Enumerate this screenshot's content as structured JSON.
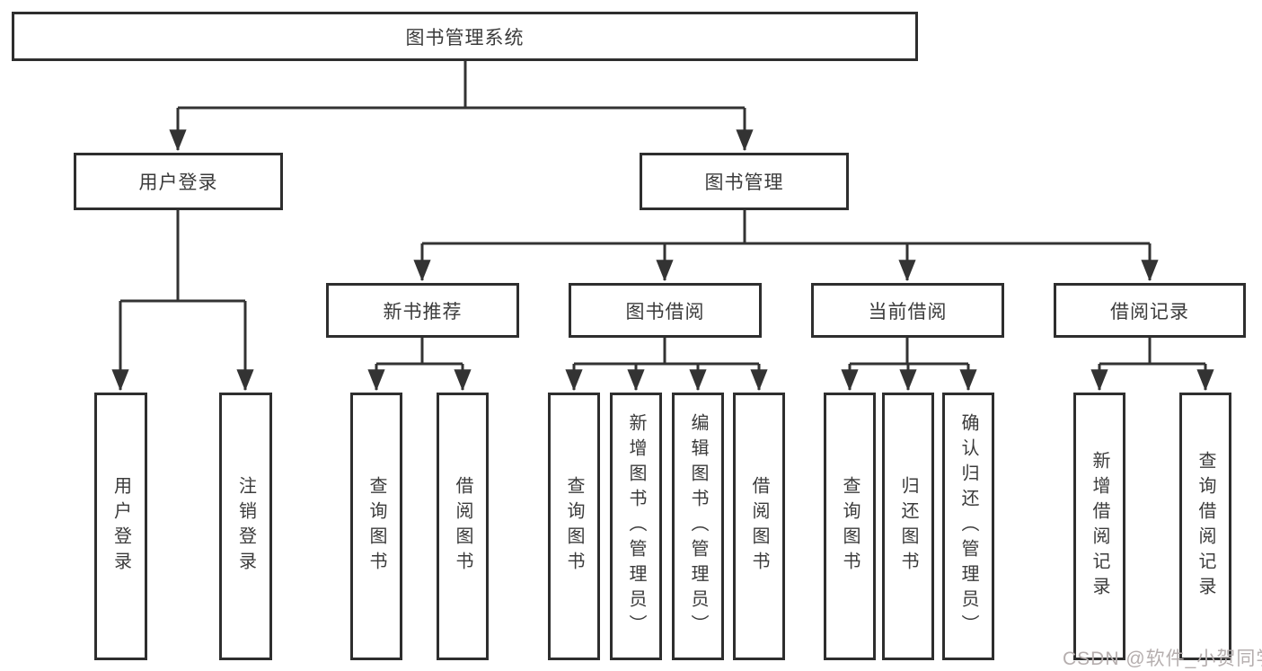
{
  "diagram": {
    "type": "tree",
    "root": {
      "label": "图书管理系统",
      "children": [
        {
          "label": "用户登录",
          "children": [
            {
              "label": "用户登录"
            },
            {
              "label": "注销登录"
            }
          ]
        },
        {
          "label": "图书管理",
          "children": [
            {
              "label": "新书推荐",
              "children": [
                {
                  "label": "查询图书"
                },
                {
                  "label": "借阅图书"
                }
              ]
            },
            {
              "label": "图书借阅",
              "children": [
                {
                  "label": "查询图书"
                },
                {
                  "label": "新增图书（管理员）"
                },
                {
                  "label": "编辑图书（管理员）"
                },
                {
                  "label": "借阅图书"
                }
              ]
            },
            {
              "label": "当前借阅",
              "children": [
                {
                  "label": "查询图书"
                },
                {
                  "label": "归还图书"
                },
                {
                  "label": "确认归还（管理员）"
                }
              ]
            },
            {
              "label": "借阅记录",
              "children": [
                {
                  "label": "新增借阅记录"
                },
                {
                  "label": "查询借阅记录"
                }
              ]
            }
          ]
        }
      ]
    },
    "colors": {
      "line": "#333333",
      "border": "#2e2e2e",
      "text": "#3b3b3b",
      "watermark": "#b5aeae",
      "background": "#ffffff"
    }
  },
  "watermark": {
    "text": "CSDN @软件_小贺同学"
  }
}
